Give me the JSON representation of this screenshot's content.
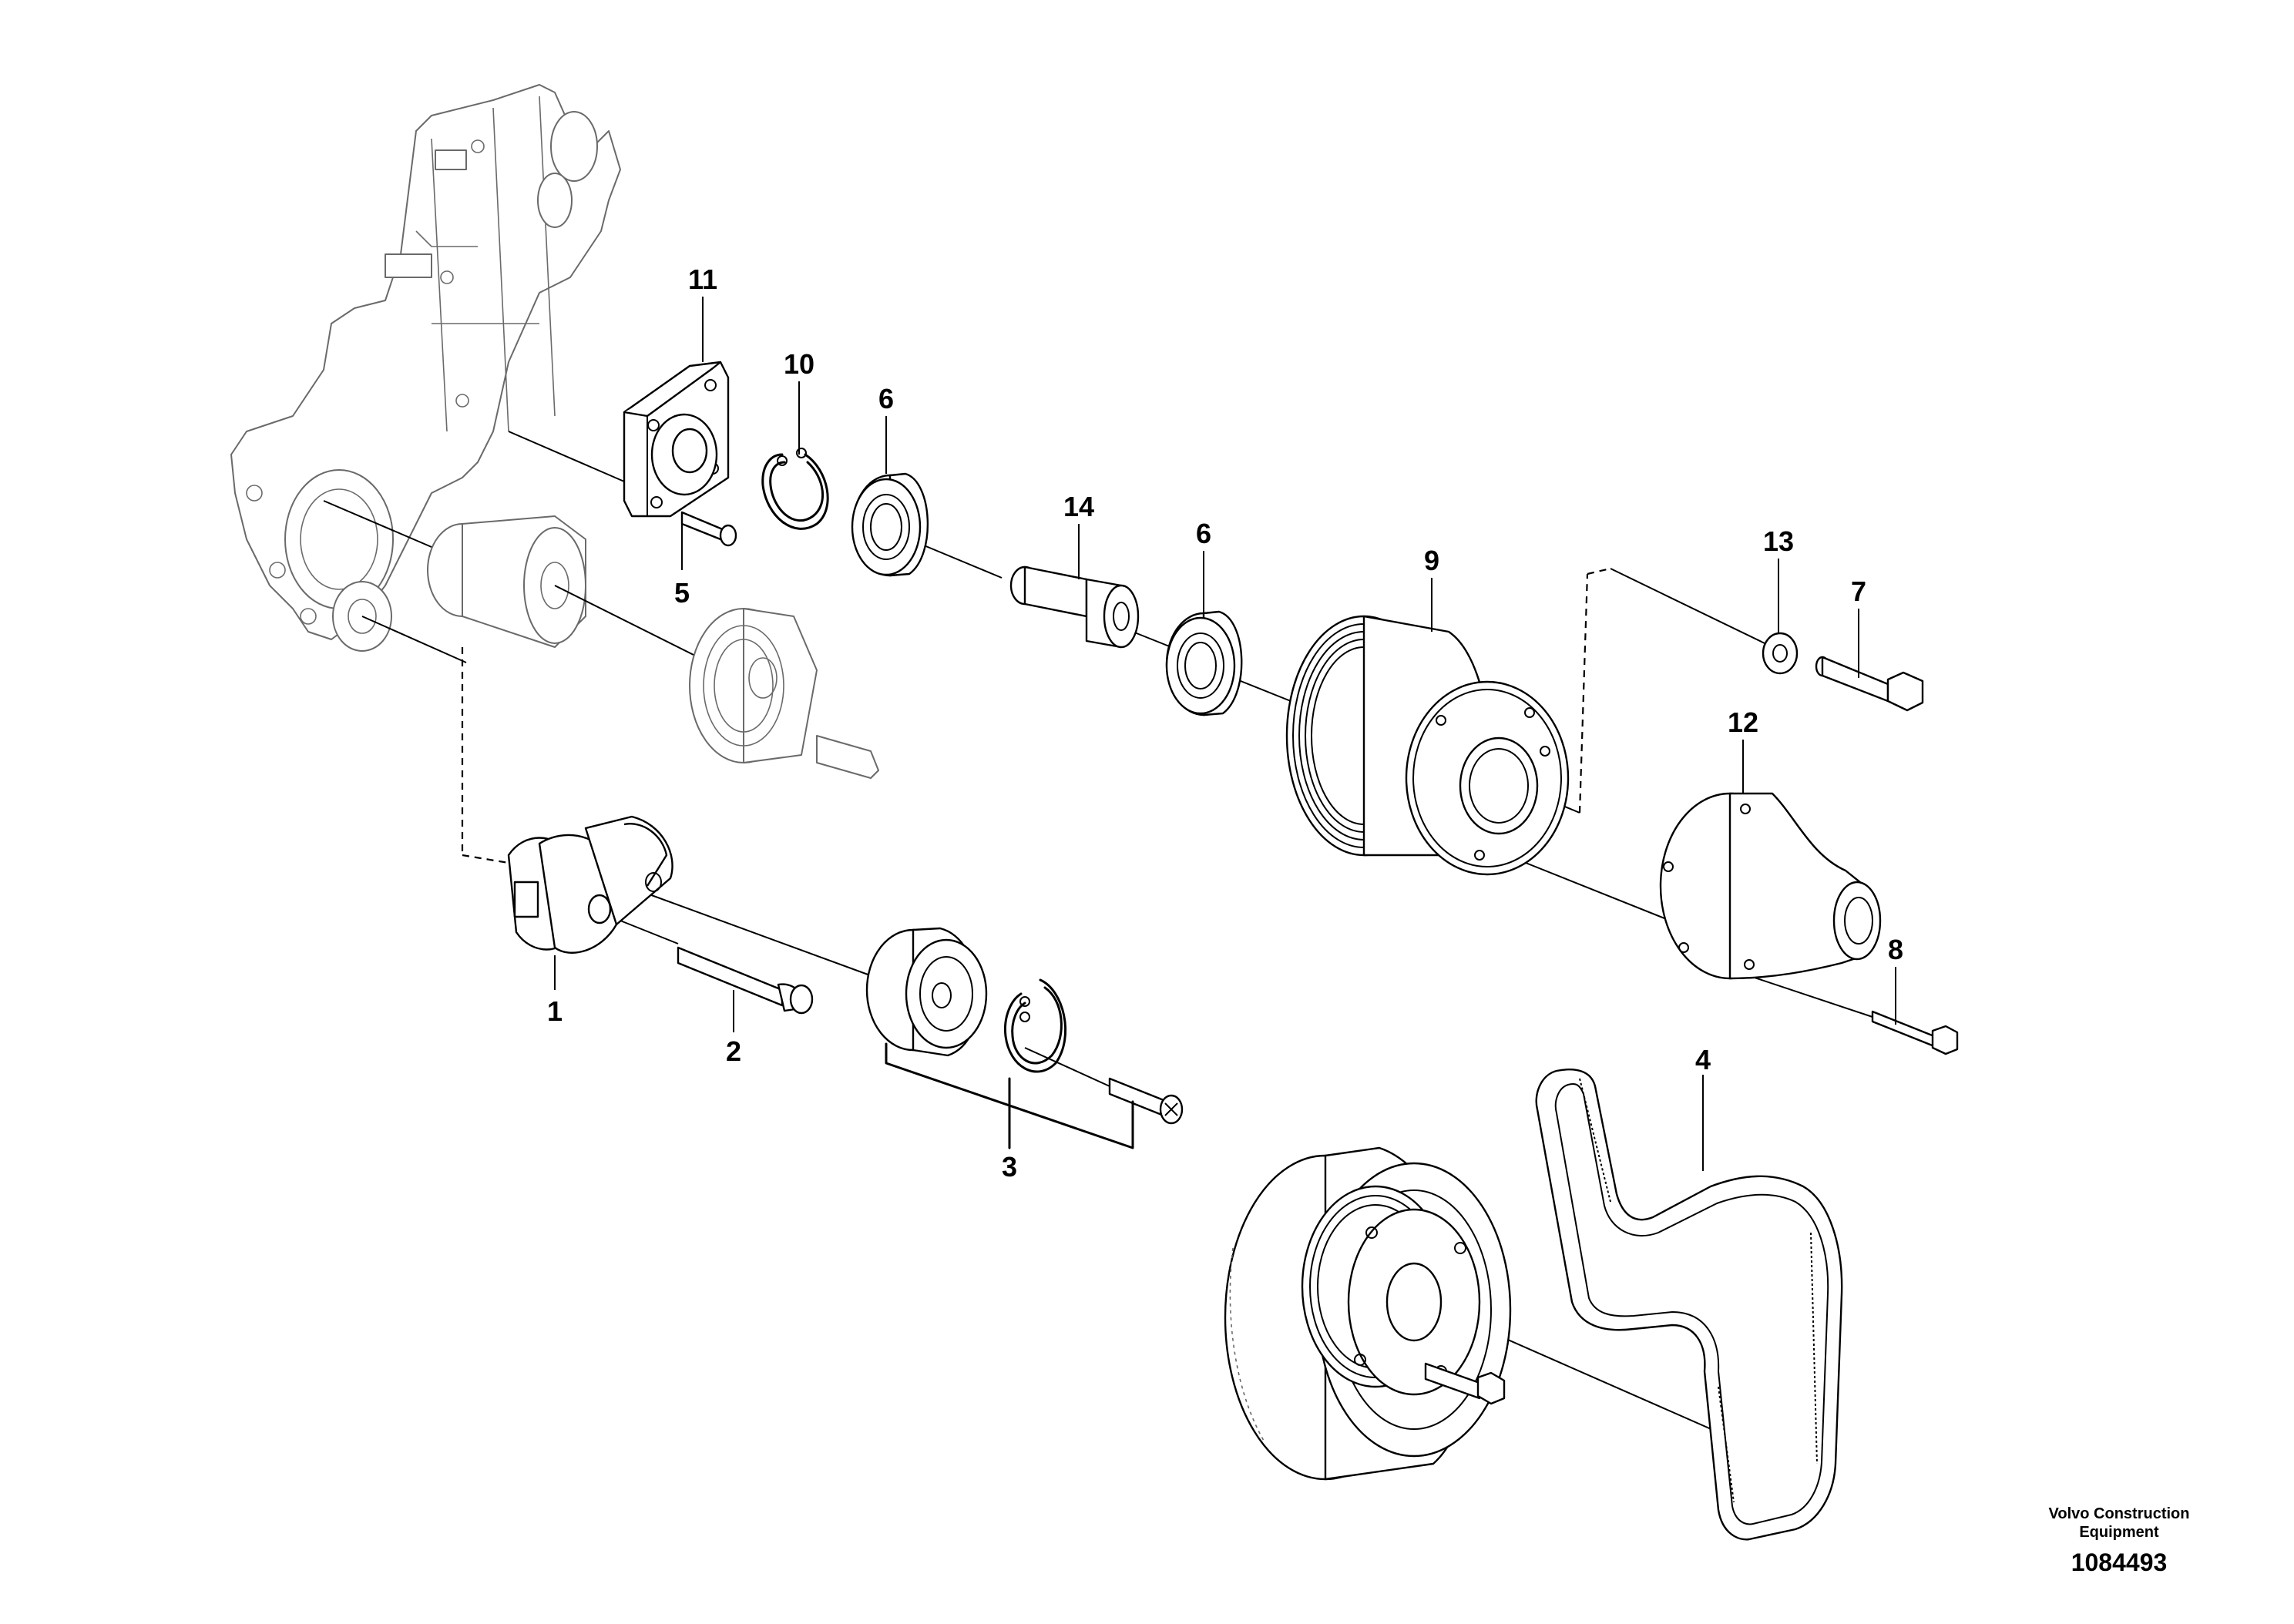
{
  "callouts": [
    {
      "id": "1",
      "text": "1"
    },
    {
      "id": "2",
      "text": "2"
    },
    {
      "id": "3",
      "text": "3"
    },
    {
      "id": "4",
      "text": "4"
    },
    {
      "id": "5",
      "text": "5"
    },
    {
      "id": "6a",
      "text": "6"
    },
    {
      "id": "6b",
      "text": "6"
    },
    {
      "id": "7",
      "text": "7"
    },
    {
      "id": "8",
      "text": "8"
    },
    {
      "id": "9",
      "text": "9"
    },
    {
      "id": "10",
      "text": "10"
    },
    {
      "id": "11",
      "text": "11"
    },
    {
      "id": "12",
      "text": "12"
    },
    {
      "id": "13",
      "text": "13"
    },
    {
      "id": "14",
      "text": "14"
    }
  ],
  "footer": {
    "company_line1": "Volvo Construction",
    "company_line2": "Equipment",
    "drawing_number": "1084493"
  }
}
